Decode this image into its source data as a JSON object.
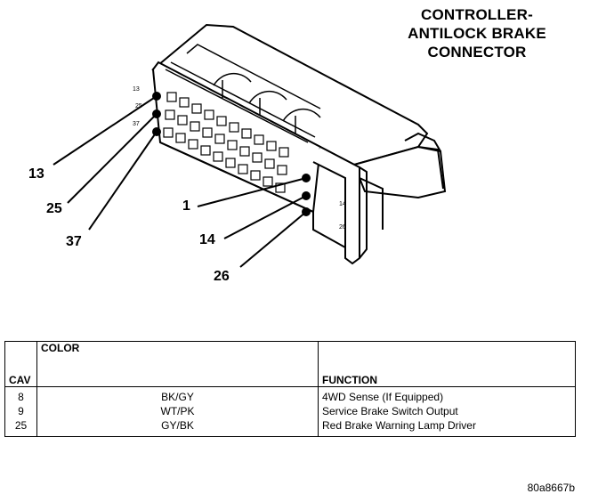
{
  "title": {
    "line1": "CONTROLLER-",
    "line2": "ANTILOCK BRAKE",
    "line3": "CONNECTOR"
  },
  "callouts": {
    "c13": "13",
    "c25": "25",
    "c37": "37",
    "c1": "1",
    "c14": "14",
    "c26": "26"
  },
  "connector_marks": {
    "m13": "13",
    "m25": "25",
    "m37": "37",
    "m14": "14",
    "m26": "26"
  },
  "table": {
    "headers": {
      "cav": "CAV",
      "color": "COLOR",
      "function": "FUNCTION"
    },
    "rows": [
      {
        "cav": "8",
        "color": "BK/GY",
        "function": "4WD Sense (If Equipped)"
      },
      {
        "cav": "9",
        "color": "WT/PK",
        "function": "Service Brake Switch Output"
      },
      {
        "cav": "25",
        "color": "GY/BK",
        "function": "Red Brake Warning Lamp Driver"
      }
    ]
  },
  "figure_id": "80a8667b"
}
